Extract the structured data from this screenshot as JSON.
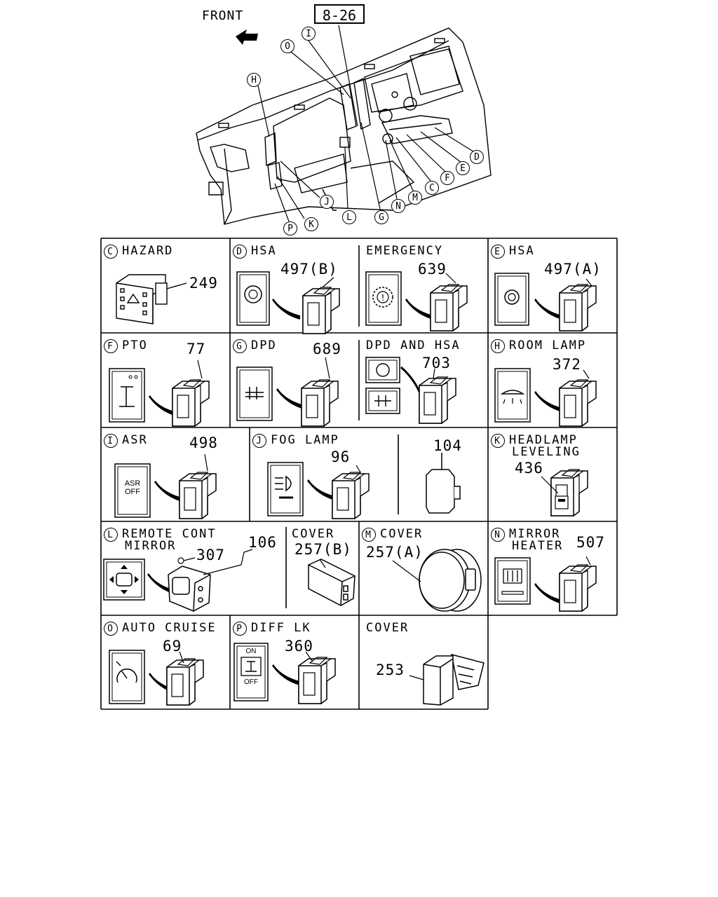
{
  "header": {
    "page_code": "8-26",
    "front_label": "FRONT"
  },
  "overview_callouts": [
    "H",
    "O",
    "I",
    "J",
    "K",
    "P",
    "L",
    "G",
    "N",
    "M",
    "C",
    "F",
    "E",
    "D"
  ],
  "cells": {
    "C": {
      "letter": "C",
      "title": "HAZARD",
      "part": "249"
    },
    "D": {
      "letter": "D",
      "title": "HSA",
      "part": "497(B)"
    },
    "emergency": {
      "title": "EMERGENCY",
      "part": "639"
    },
    "E": {
      "letter": "E",
      "title": "HSA",
      "part": "497(A)"
    },
    "F": {
      "letter": "F",
      "title": "PTO",
      "part": "77"
    },
    "G": {
      "letter": "G",
      "title": "DPD",
      "part": "689"
    },
    "dpd_hsa": {
      "title": "DPD AND HSA",
      "part": "703"
    },
    "H": {
      "letter": "H",
      "title": "ROOM LAMP",
      "part": "372"
    },
    "I": {
      "letter": "I",
      "title": "ASR",
      "part": "498",
      "switch_text_1": "ASR",
      "switch_text_2": "OFF"
    },
    "J": {
      "letter": "J",
      "title": "FOG LAMP",
      "part": "96"
    },
    "J2": {
      "part": "104"
    },
    "K": {
      "letter": "K",
      "title_1": "HEADLAMP",
      "title_2": "LEVELING",
      "part": "436"
    },
    "L": {
      "letter": "L",
      "title_1": "REMOTE CONT",
      "title_2": "MIRROR",
      "part": "307",
      "part_2": "106"
    },
    "cover_b": {
      "title": "COVER",
      "part": "257(B)"
    },
    "M": {
      "letter": "M",
      "title": "COVER",
      "part": "257(A)"
    },
    "N": {
      "letter": "N",
      "title_1": "MIRROR",
      "title_2": "HEATER",
      "part": "507"
    },
    "O": {
      "letter": "O",
      "title": "AUTO CRUISE",
      "part": "69"
    },
    "P": {
      "letter": "P",
      "title": "DIFF LK",
      "part": "360",
      "switch_on": "ON",
      "switch_off": "OFF"
    },
    "cover_253": {
      "title": "COVER",
      "part": "253"
    }
  }
}
